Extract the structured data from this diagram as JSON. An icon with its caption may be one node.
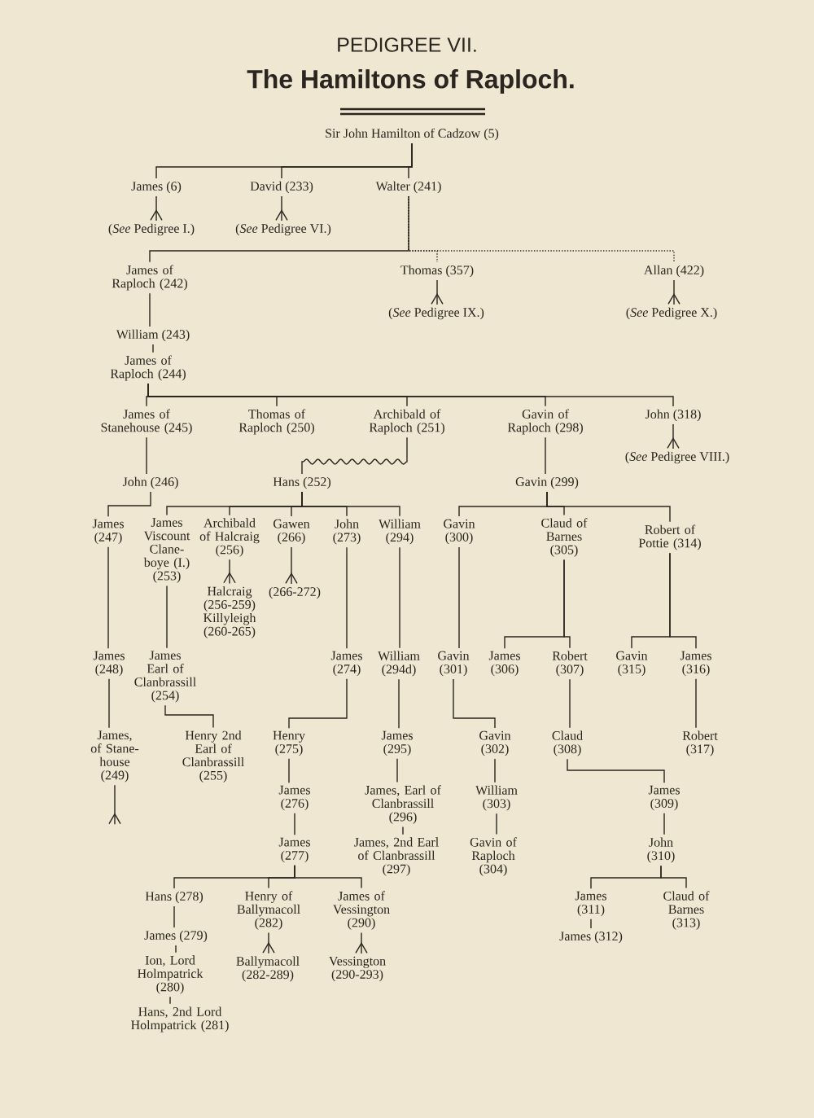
{
  "diagram": {
    "title": "The Hamiltons of Raploch.",
    "nodes": [
      {
        "text": [
          "Sir John Hamilton of Cadzow (5)"
        ]
      },
      {
        "text": [
          "James (6)"
        ]
      },
      {
        "text": [
          "(*See* Pedigree I.)"
        ]
      },
      {
        "text": [
          "David (233)"
        ]
      },
      {
        "text": [
          "(*See* Pedigree VI.)"
        ]
      },
      {
        "text": [
          "Walter (241)"
        ]
      },
      {
        "text": [
          "James of Raploch (242)"
        ]
      },
      {
        "text": [
          "Thomas (357)"
        ]
      },
      {
        "text": [
          "(*See* Pedigree IX.)"
        ]
      },
      {
        "text": [
          "Allan (422)"
        ]
      },
      {
        "text": [
          "(*See* Pedigree X.)"
        ]
      },
      {
        "text": [
          "William (243)"
        ]
      },
      {
        "text": [
          "James of Raploch (244)"
        ]
      },
      {
        "text": [
          "James of Stanehouse (245)"
        ]
      },
      {
        "text": [
          "Thomas of Raploch (250)"
        ]
      },
      {
        "text": [
          "Archibald of Raploch (251)"
        ]
      },
      {
        "text": [
          "Gavin of Raploch (298)"
        ]
      },
      {
        "text": [
          "John (318)"
        ]
      },
      {
        "text": [
          "(*See* Pedigree VIII.)"
        ]
      },
      {
        "text": [
          "John (246)"
        ]
      },
      {
        "text": [
          "Hans (252)"
        ]
      },
      {
        "text": [
          "Gavin (299)"
        ]
      },
      {
        "text": [
          "James (247)"
        ]
      },
      {
        "text": [
          "James Viscount Clane-boye (I.) (253)"
        ]
      },
      {
        "text": [
          "Archibald of Halcraig (256)"
        ]
      },
      {
        "text": [
          "Halcraig (256-259) Killyleigh (260-265)"
        ]
      },
      {
        "text": [
          "Gawen (266)"
        ]
      },
      {
        "text": [
          "(266-272)"
        ]
      },
      {
        "text": [
          "John (273)"
        ]
      },
      {
        "text": [
          "William (294)"
        ]
      },
      {
        "text": [
          "Gavin (300)"
        ]
      },
      {
        "text": [
          "Claud of Barnes (305)"
        ]
      },
      {
        "text": [
          "Robert of Pottie (314)"
        ]
      },
      {
        "text": [
          "James (248)"
        ]
      },
      {
        "text": [
          "James Earl of Clanbrassill (254)"
        ]
      },
      {
        "text": [
          "James (274)"
        ]
      },
      {
        "text": [
          "William (294d)"
        ]
      },
      {
        "text": [
          "Gavin (301)"
        ]
      },
      {
        "text": [
          "James (306)"
        ]
      },
      {
        "text": [
          "Robert (307)"
        ]
      },
      {
        "text": [
          "Gavin (315)"
        ]
      },
      {
        "text": [
          "James (316)"
        ]
      },
      {
        "text": [
          "James, of Stane-house (249)"
        ]
      },
      {
        "text": [
          "Henry 2nd Earl of Clanbrassill (255)"
        ]
      },
      {
        "text": [
          "Henry (275)"
        ]
      },
      {
        "text": [
          "James (295)"
        ]
      },
      {
        "text": [
          "Gavin (302)"
        ]
      },
      {
        "text": [
          "Claud (308)"
        ]
      },
      {
        "text": [
          "Robert (317)"
        ]
      },
      {
        "text": [
          "James (276)"
        ]
      },
      {
        "text": [
          "James, Earl of Clanbrassill (296)"
        ]
      },
      {
        "text": [
          "William (303)"
        ]
      },
      {
        "text": [
          "James (309)"
        ]
      },
      {
        "text": [
          "James (277)"
        ]
      },
      {
        "text": [
          "James, 2nd Earl of Clanbrassill (297)"
        ]
      },
      {
        "text": [
          "Gavin of Raploch (304)"
        ]
      },
      {
        "text": [
          "John (310)"
        ]
      },
      {
        "text": [
          "Hans (278)"
        ]
      },
      {
        "text": [
          "Henry of Ballymacoll (282)"
        ]
      },
      {
        "text": [
          "James of Vessington (290)"
        ]
      },
      {
        "text": [
          "James (311)"
        ]
      },
      {
        "text": [
          "Claud of Barnes (313)"
        ]
      },
      {
        "text": [
          "James (279)"
        ]
      },
      {
        "text": [
          "Ballymacoll (282-289)"
        ]
      },
      {
        "text": [
          "Vessington (290-293)"
        ]
      },
      {
        "text": [
          "James (312)"
        ]
      },
      {
        "text": [
          "Ion, Lord Holmpatrick (280)"
        ]
      },
      {
        "text": [
          "Hans, 2nd Lord Holmpatrick (281)"
        ]
      }
    ],
    "edges": [
      {
        "from": 0,
        "to": 1,
        "arrow": "none"
      },
      {
        "from": 0,
        "to": 3,
        "arrow": "none"
      },
      {
        "from": 0,
        "to": 5,
        "arrow": "none"
      },
      {
        "from": 1,
        "to": 2,
        "arrow": "other"
      },
      {
        "from": 3,
        "to": 4,
        "arrow": "other"
      },
      {
        "from": 5,
        "to": 6,
        "arrow": "none"
      },
      {
        "from": 5,
        "to": 7,
        "arrow": "none",
        "style": "dashed"
      },
      {
        "from": 5,
        "to": 9,
        "arrow": "none",
        "style": "dashed"
      },
      {
        "from": 7,
        "to": 8,
        "arrow": "other"
      },
      {
        "from": 9,
        "to": 10,
        "arrow": "other"
      },
      {
        "from": 6,
        "to": 11,
        "arrow": "none"
      },
      {
        "from": 11,
        "to": 12,
        "arrow": "none"
      },
      {
        "from": 12,
        "to": 13,
        "arrow": "none"
      },
      {
        "from": 12,
        "to": 14,
        "arrow": "none"
      },
      {
        "from": 12,
        "to": 15,
        "arrow": "none"
      },
      {
        "from": 12,
        "to": 16,
        "arrow": "none"
      },
      {
        "from": 12,
        "to": 17,
        "arrow": "none"
      },
      {
        "from": 17,
        "to": 18,
        "arrow": "other"
      },
      {
        "from": 13,
        "to": 19,
        "arrow": "none"
      },
      {
        "from": 15,
        "to": 20,
        "arrow": "none"
      },
      {
        "from": 16,
        "to": 21,
        "arrow": "none"
      },
      {
        "from": 19,
        "to": 22,
        "arrow": "none"
      },
      {
        "from": 20,
        "to": 23,
        "arrow": "none"
      },
      {
        "from": 20,
        "to": 24,
        "arrow": "none"
      },
      {
        "from": 20,
        "to": 26,
        "arrow": "none"
      },
      {
        "from": 20,
        "to": 28,
        "arrow": "none"
      },
      {
        "from": 20,
        "to": 29,
        "arrow": "none"
      },
      {
        "from": 21,
        "to": 30,
        "arrow": "none"
      },
      {
        "from": 21,
        "to": 31,
        "arrow": "none"
      },
      {
        "from": 21,
        "to": 32,
        "arrow": "none"
      },
      {
        "from": 24,
        "to": 25,
        "arrow": "other"
      },
      {
        "from": 26,
        "to": 27,
        "arrow": "other"
      },
      {
        "from": 22,
        "to": 33,
        "arrow": "none"
      },
      {
        "from": 23,
        "to": 34,
        "arrow": "none"
      },
      {
        "from": 28,
        "to": 35,
        "arrow": "none"
      },
      {
        "from": 29,
        "to": 36,
        "arrow": "none"
      },
      {
        "from": 30,
        "to": 37,
        "arrow": "none"
      },
      {
        "from": 31,
        "to": 38,
        "arrow": "none"
      },
      {
        "from": 31,
        "to": 39,
        "arrow": "none"
      },
      {
        "from": 32,
        "to": 40,
        "arrow": "none"
      },
      {
        "from": 32,
        "to": 41,
        "arrow": "none"
      },
      {
        "from": 33,
        "to": 42,
        "arrow": "none"
      },
      {
        "from": 34,
        "to": 43,
        "arrow": "none"
      },
      {
        "from": 35,
        "to": 44,
        "arrow": "none"
      },
      {
        "from": 36,
        "to": 45,
        "arrow": "none"
      },
      {
        "from": 37,
        "to": 46,
        "arrow": "none"
      },
      {
        "from": 39,
        "to": 47,
        "arrow": "none"
      },
      {
        "from": 41,
        "to": 48,
        "arrow": "none"
      },
      {
        "from": 42,
        "to": null,
        "arrow": "other"
      },
      {
        "from": 44,
        "to": 49,
        "arrow": "none"
      },
      {
        "from": 45,
        "to": 50,
        "arrow": "none"
      },
      {
        "from": 46,
        "to": 51,
        "arrow": "none"
      },
      {
        "from": 47,
        "to": 52,
        "arrow": "none"
      },
      {
        "from": 49,
        "to": 53,
        "arrow": "none"
      },
      {
        "from": 50,
        "to": 54,
        "arrow": "none"
      },
      {
        "from": 51,
        "to": 55,
        "arrow": "none"
      },
      {
        "from": 52,
        "to": 56,
        "arrow": "none"
      },
      {
        "from": 53,
        "to": 57,
        "arrow": "none"
      },
      {
        "from": 53,
        "to": 58,
        "arrow": "none"
      },
      {
        "from": 53,
        "to": 59,
        "arrow": "none"
      },
      {
        "from": 56,
        "to": 60,
        "arrow": "none"
      },
      {
        "from": 56,
        "to": 61,
        "arrow": "none"
      },
      {
        "from": 57,
        "to": 62,
        "arrow": "none"
      },
      {
        "from": 58,
        "to": 63,
        "arrow": "other"
      },
      {
        "from": 59,
        "to": 64,
        "arrow": "other"
      },
      {
        "from": 60,
        "to": 65,
        "arrow": "none"
      },
      {
        "from": 62,
        "to": 66,
        "arrow": "none"
      },
      {
        "from": 66,
        "to": 67,
        "arrow": "none"
      }
    ],
    "labels": [
      "PEDIGREE VII."
    ]
  }
}
